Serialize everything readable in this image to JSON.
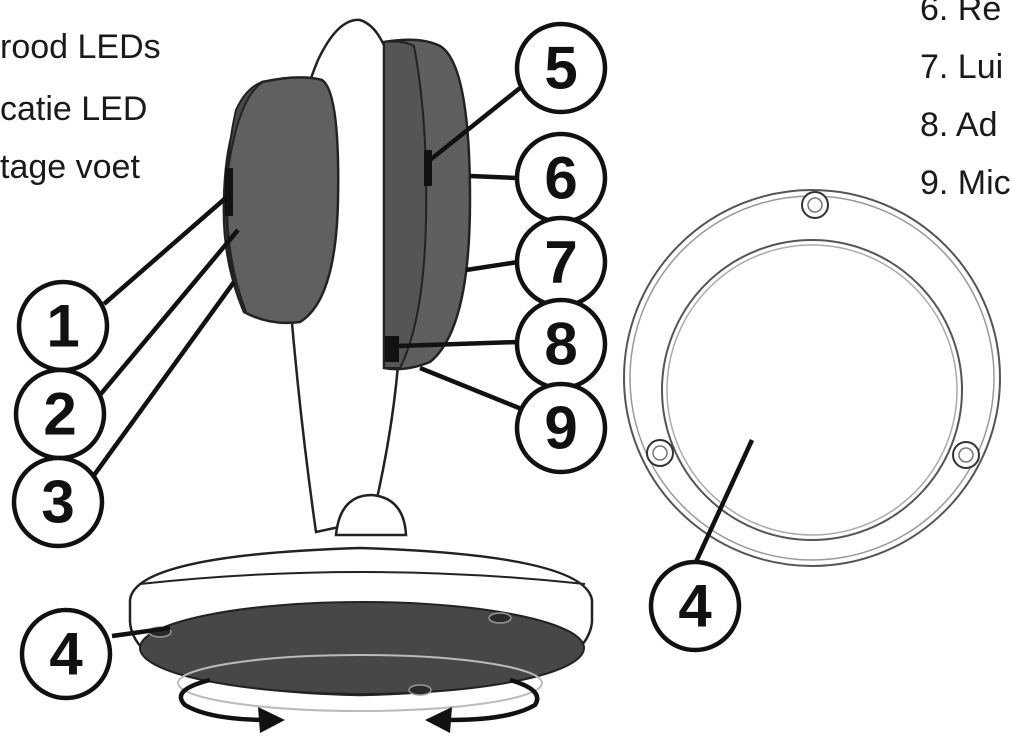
{
  "legend_left": [
    {
      "text": "rood LEDs"
    },
    {
      "text": "catie LED"
    },
    {
      "text": "tage voet"
    }
  ],
  "legend_right": [
    {
      "text": "6. Re"
    },
    {
      "text": "7. Lui"
    },
    {
      "text": "8. Ad"
    },
    {
      "text": "9. Mic"
    }
  ],
  "callouts": {
    "c1": "1",
    "c2": "2",
    "c3": "3",
    "c4_base": "4",
    "c4_plate": "4",
    "c5": "5",
    "c6": "6",
    "c7": "7",
    "c8": "8",
    "c9": "9"
  },
  "colors": {
    "body_dark": "#5f5f5f",
    "body_darker": "#3f3f3f",
    "stand_white": "#ffffff",
    "line": "#111111"
  }
}
